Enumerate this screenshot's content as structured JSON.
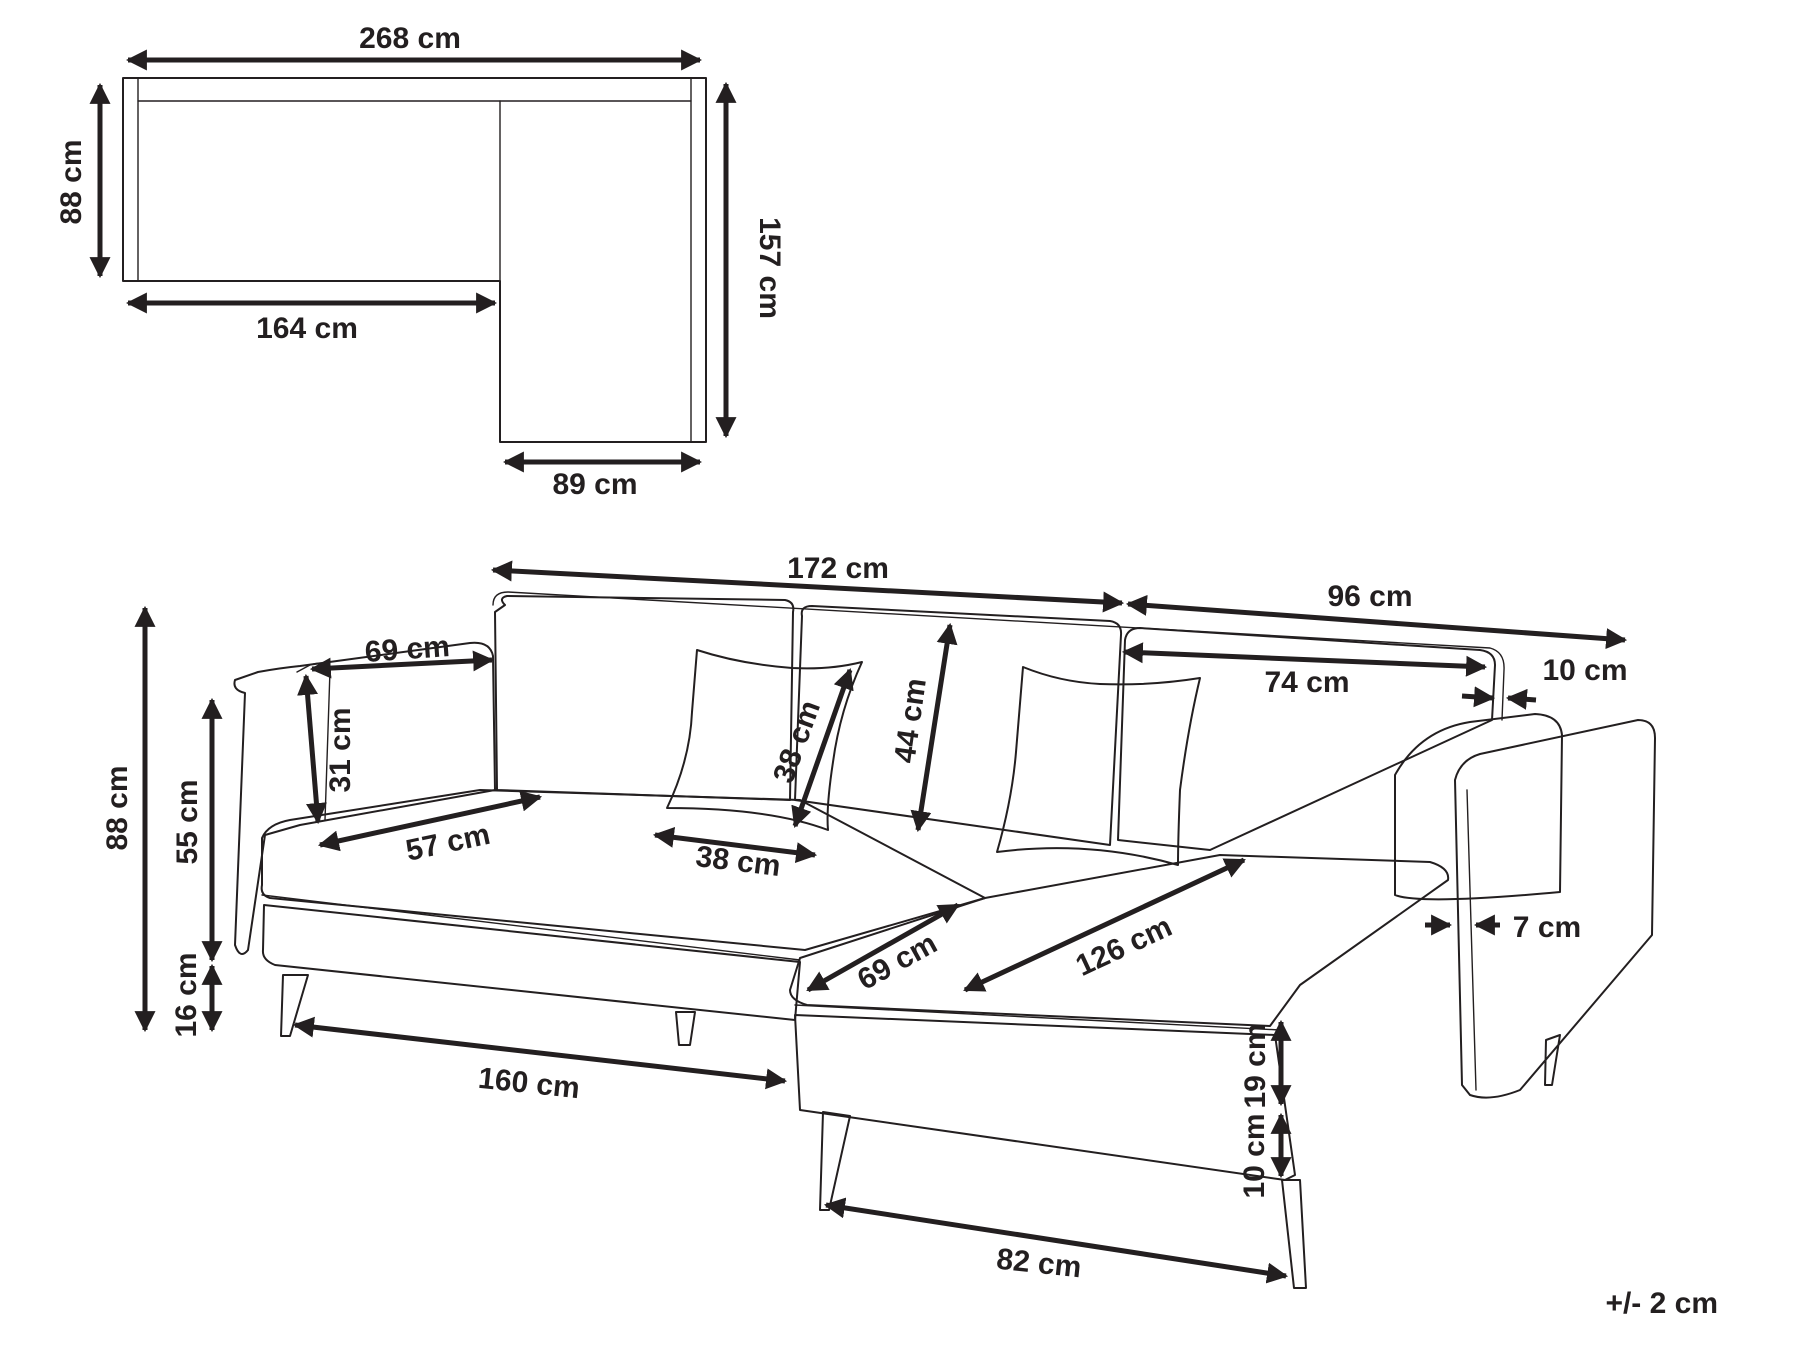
{
  "diagram": {
    "top_view": {
      "total_width": "268 cm",
      "depth": "88 cm",
      "sofa_width": "164 cm",
      "chaise_length": "157 cm",
      "chaise_width": "89 cm"
    },
    "perspective_view": {
      "sofa_width": "172 cm",
      "chaise_back_width": "96 cm",
      "back_width": "74 cm",
      "armrest_thickness": "10 cm",
      "total_height": "88 cm",
      "seat_height": "55 cm",
      "leg_height": "16 cm",
      "armrest_depth": "69 cm",
      "armrest_height": "31 cm",
      "seat_depth": "57 cm",
      "cushion_height": "38 cm",
      "cushion_width": "38 cm",
      "backrest_height": "44 cm",
      "sofa_base_width": "160 cm",
      "chaise_seat_width": "69 cm",
      "chaise_seat_length": "126 cm",
      "chaise_arm_thickness": "7 cm",
      "seat_thickness": "19 cm",
      "chaise_leg_height": "10 cm",
      "chaise_base_width": "82 cm"
    },
    "tolerance": "+/- 2 cm"
  }
}
